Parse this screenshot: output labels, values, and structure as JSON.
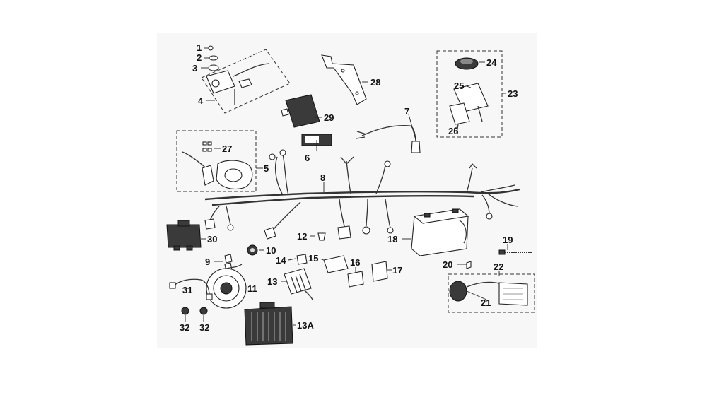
{
  "callouts": [
    "1",
    "2",
    "3",
    "4",
    "5",
    "6",
    "7",
    "8",
    "9",
    "10",
    "11",
    "12",
    "13",
    "13A",
    "14",
    "15",
    "16",
    "17",
    "18",
    "19",
    "20",
    "21",
    "22",
    "23",
    "24",
    "25",
    "26",
    "27",
    "28",
    "29",
    "30",
    "31",
    "32",
    "32"
  ]
}
